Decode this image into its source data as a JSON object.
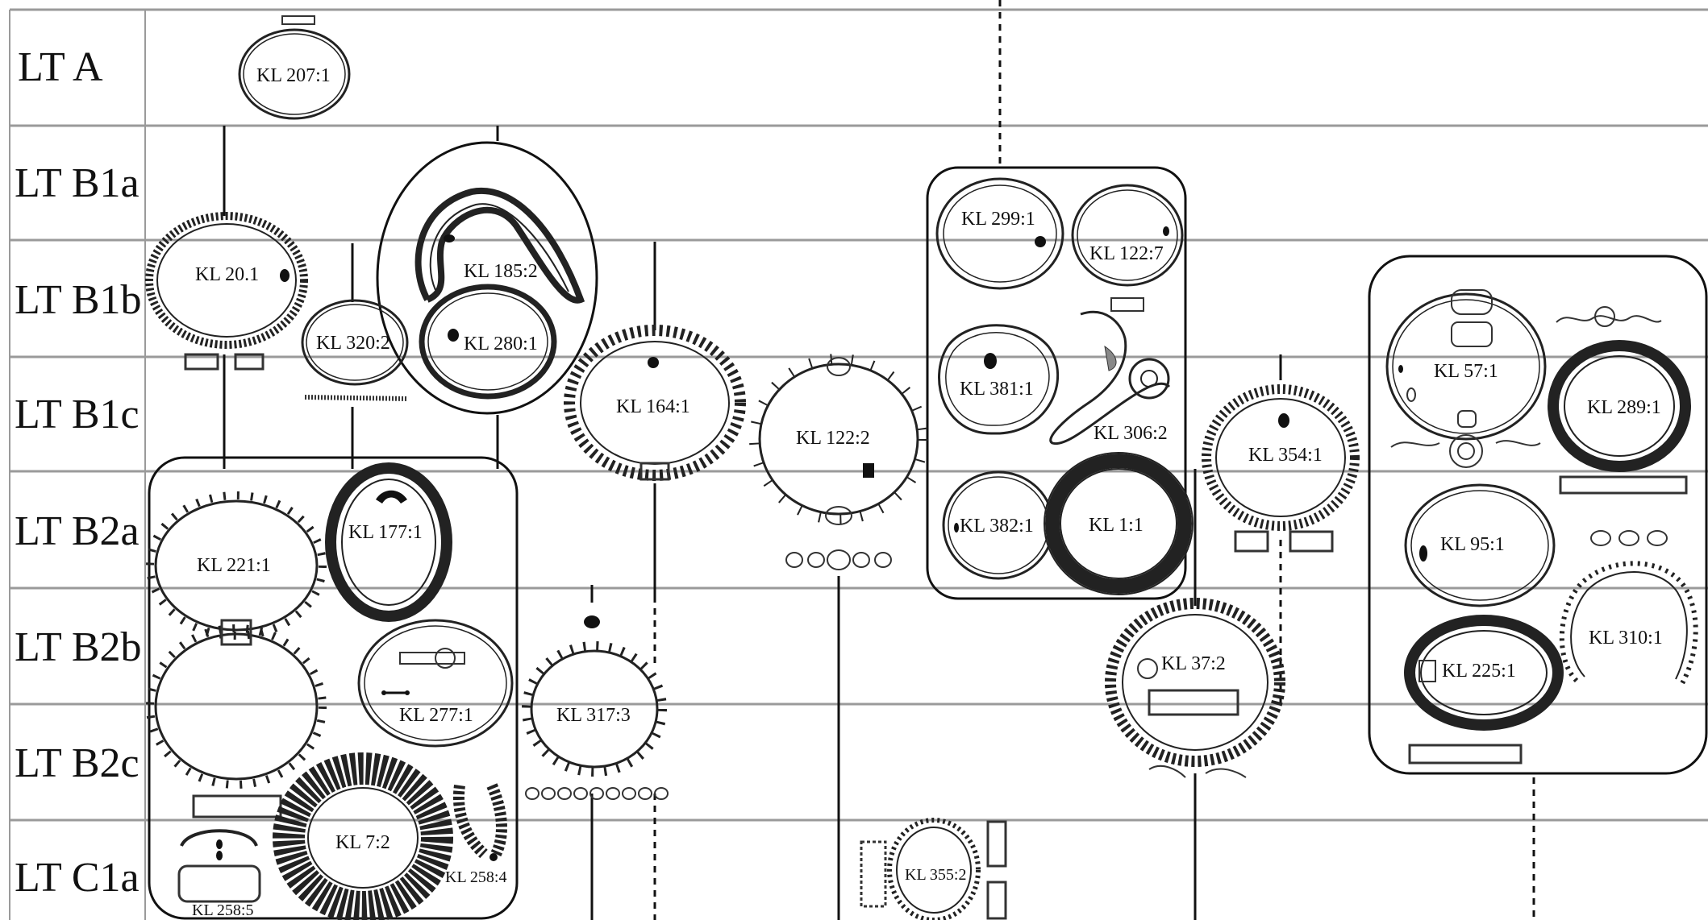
{
  "periods": [
    "LT A",
    "LT B1a",
    "LT B1b",
    "LT B1c",
    "LT B2a",
    "LT B2b",
    "LT B2c",
    "LT C1a"
  ],
  "labels": {
    "kl207_1": "KL 207:1",
    "kl20_1": "KL 20.1",
    "kl320_2": "KL 320:2",
    "kl185_2": "KL 185:2",
    "kl280_1": "KL 280:1",
    "kl164_1": "KL 164:1",
    "kl122_2": "KL 122:2",
    "kl299_1": "KL 299:1",
    "kl122_7": "KL 122:7",
    "kl381_1": "KL 381:1",
    "kl306_2": "KL 306:2",
    "kl382_1": "KL 382:1",
    "kl1_1": "KL 1:1",
    "kl354_1": "KL 354:1",
    "kl57_1": "KL 57:1",
    "kl289_1": "KL 289:1",
    "kl95_1": "KL 95:1",
    "kl310_1": "KL 310:1",
    "kl225_1": "KL 225:1",
    "kl221_1": "KL 221:1",
    "kl177_1": "KL 177:1",
    "kl277_1": "KL 277:1",
    "kl317_3": "KL 317:3",
    "kl37_2": "KL 37:2",
    "kl7_2": "KL 7:2",
    "kl258_4": "KL 258:4",
    "kl258_5": "KL 258:5",
    "kl355_2": "KL 355:2"
  },
  "colors": {
    "ink": "#111111",
    "gridline": "#9a9a9a",
    "background": "#ffffff"
  }
}
